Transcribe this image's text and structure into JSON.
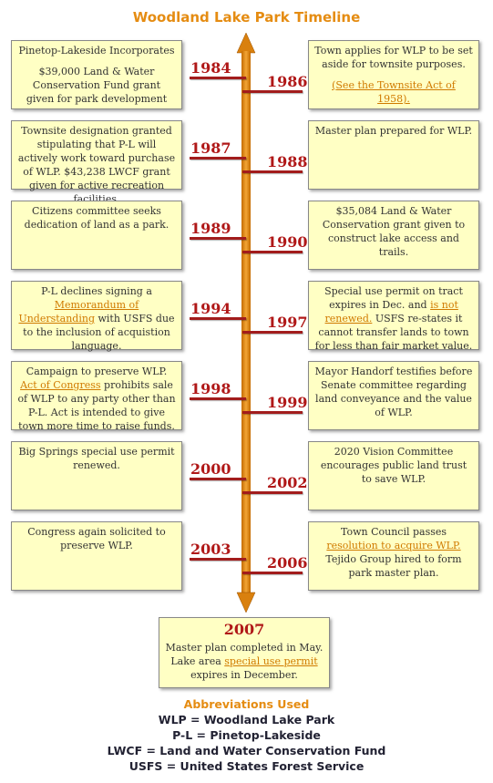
{
  "title": "Woodland Lake Park Timeline",
  "left_entries": [
    {
      "year": "1984",
      "paras": [
        [
          {
            "t": "Pinetop-Lakeside Incorporates"
          }
        ],
        [
          {
            "t": "$39,000 Land & Water Conservation Fund grant given for park development"
          }
        ]
      ]
    },
    {
      "year": "1987",
      "paras": [
        [
          {
            "t": "Townsite designation granted stipulating that P-L will actively work toward purchase of  WLP. $43,238 LWCF grant given for active recreation facilities."
          }
        ]
      ]
    },
    {
      "year": "1989",
      "paras": [
        [
          {
            "t": "Citizens committee seeks dedication of land as a park."
          }
        ]
      ]
    },
    {
      "year": "1994",
      "paras": [
        [
          {
            "t": "P-L declines signing a "
          },
          {
            "t": "Memorandum of Understanding",
            "link": true
          },
          {
            "t": " with USFS due to the inclusion of acquistion language."
          }
        ]
      ]
    },
    {
      "year": "1998",
      "paras": [
        [
          {
            "t": "Campaign to preserve WLP. "
          },
          {
            "t": "Act of Congress",
            "link": true
          },
          {
            "t": " prohibits sale of WLP to any party other than P-L. Act is intended to give town more time to raise funds."
          }
        ]
      ]
    },
    {
      "year": "2000",
      "paras": [
        [
          {
            "t": "Big Springs special use permit renewed."
          }
        ]
      ]
    },
    {
      "year": "2003",
      "paras": [
        [
          {
            "t": "Congress again solicited to preserve WLP."
          }
        ]
      ]
    }
  ],
  "right_entries": [
    {
      "year": "1986",
      "paras": [
        [
          {
            "t": "Town applies for WLP to be set aside for townsite purposes."
          }
        ],
        [
          {
            "t": "(See the Townsite Act of 1958).",
            "link": true
          }
        ]
      ]
    },
    {
      "year": "1988",
      "paras": [
        [
          {
            "t": "Master plan prepared for WLP."
          }
        ]
      ]
    },
    {
      "year": "1990",
      "paras": [
        [
          {
            "t": "$35,084 Land & Water Conservation grant given to construct lake access and trails."
          }
        ]
      ]
    },
    {
      "year": "1997",
      "paras": [
        [
          {
            "t": "Special use permit on tract expires in Dec. and "
          },
          {
            "t": "is not renewed.",
            "link": true
          },
          {
            "t": " USFS re-states it cannot transfer lands to town for less than fair market value."
          }
        ]
      ]
    },
    {
      "year": "1999",
      "paras": [
        [
          {
            "t": "Mayor Handorf testifies before Senate committee regarding land conveyance and the value of  WLP."
          }
        ]
      ]
    },
    {
      "year": "2002",
      "paras": [
        [
          {
            "t": "2020 Vision Committee encourages public land trust to save WLP."
          }
        ]
      ]
    },
    {
      "year": "2006",
      "paras": [
        [
          {
            "t": "Town Council passes "
          },
          {
            "t": "resolution to acquire WLP.",
            "link": true
          },
          {
            "t": " Tejido Group hired to form park master plan."
          }
        ]
      ]
    }
  ],
  "final_entry": {
    "year": "2007",
    "paras": [
      [
        {
          "t": "Master plan completed in May. Lake area "
        },
        {
          "t": "special use permit",
          "link": true
        },
        {
          "t": " expires in December."
        }
      ]
    ]
  },
  "abbreviations": {
    "heading": "Abbreviations Used",
    "items": [
      "WLP = Woodland Lake Park",
      "P-L = Pinetop-Lakeside",
      "LWCF = Land and Water Conservation Fund",
      "USFS = United States Forest Service"
    ]
  },
  "colors": {
    "accent": "#e58c12",
    "year": "#b01818",
    "box": "#ffffc4",
    "link": "#d07a00"
  }
}
